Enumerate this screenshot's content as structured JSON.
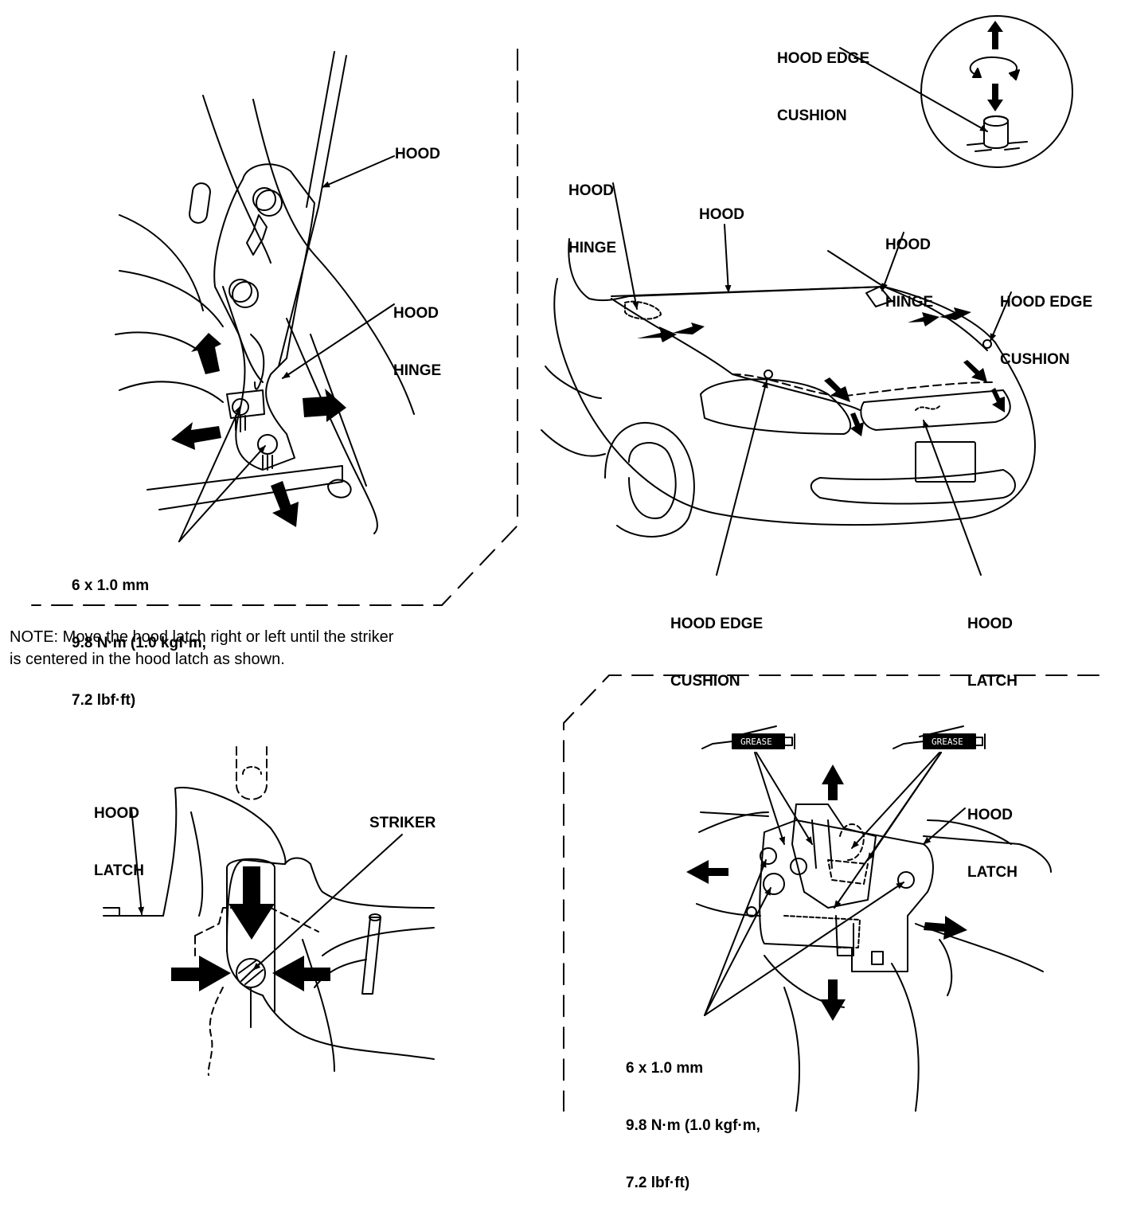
{
  "labels": {
    "hinge_panel": {
      "hood": "HOOD",
      "hood_hinge": [
        "HOOD",
        "HINGE"
      ],
      "bolt_spec": [
        "6 x 1.0 mm",
        "9.8 N·m (1.0 kgf·m,",
        "7.2 lbf·ft)"
      ]
    },
    "car_panel": {
      "hood_edge_cushion_top": [
        "HOOD EDGE",
        "CUSHION"
      ],
      "hood_hinge_left": [
        "HOOD",
        "HINGE"
      ],
      "hood": "HOOD",
      "hood_hinge_right": [
        "HOOD",
        "HINGE"
      ],
      "hood_edge_cushion_right": [
        "HOOD EDGE",
        "CUSHION"
      ],
      "hood_edge_cushion_bottom": [
        "HOOD EDGE",
        "CUSHION"
      ],
      "hood_latch": [
        "HOOD",
        "LATCH"
      ]
    },
    "note": [
      "NOTE:  Move the hood latch right or left until the striker",
      "is centered in the hood latch as shown."
    ],
    "striker_panel": {
      "hood_latch": [
        "HOOD",
        "LATCH"
      ],
      "striker": "STRIKER"
    },
    "latch_panel": {
      "hood_latch": [
        "HOOD",
        "LATCH"
      ],
      "grease_left": "GREASE",
      "grease_right": "GREASE",
      "bolt_spec": [
        "6 x 1.0 mm",
        "9.8 N·m (1.0 kgf·m,",
        "7.2 lbf·ft)"
      ]
    }
  }
}
